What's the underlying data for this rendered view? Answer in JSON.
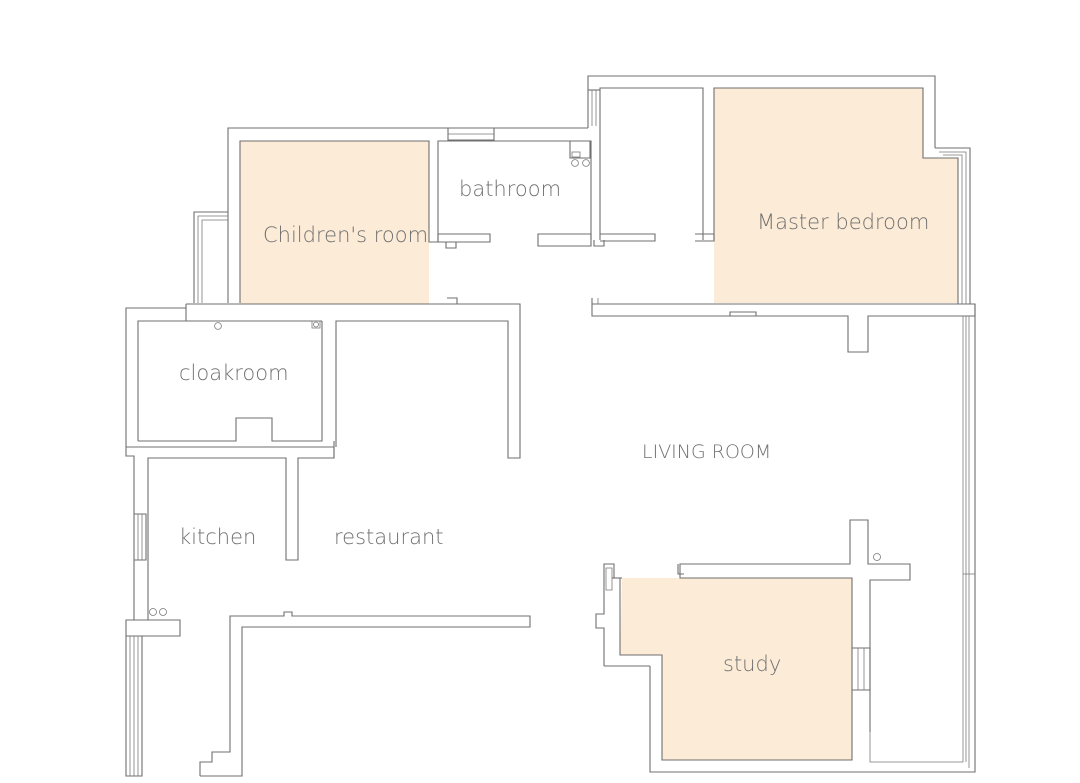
{
  "colors": {
    "room_highlight": "#fcebd6",
    "wall": "#6f6f6f",
    "label": "#707070",
    "background": "#ffffff"
  },
  "rooms": {
    "children": {
      "label": "Children's room",
      "highlighted": true
    },
    "bathroom": {
      "label": "bathroom",
      "highlighted": false
    },
    "master": {
      "label": "Master bedroom",
      "highlighted": true
    },
    "cloakroom": {
      "label": "cloakroom",
      "highlighted": false
    },
    "living": {
      "label": "LIVING ROOM",
      "highlighted": false
    },
    "kitchen": {
      "label": "kitchen",
      "highlighted": false
    },
    "restaurant": {
      "label": "restaurant",
      "highlighted": false
    },
    "study": {
      "label": "study",
      "highlighted": true
    }
  }
}
